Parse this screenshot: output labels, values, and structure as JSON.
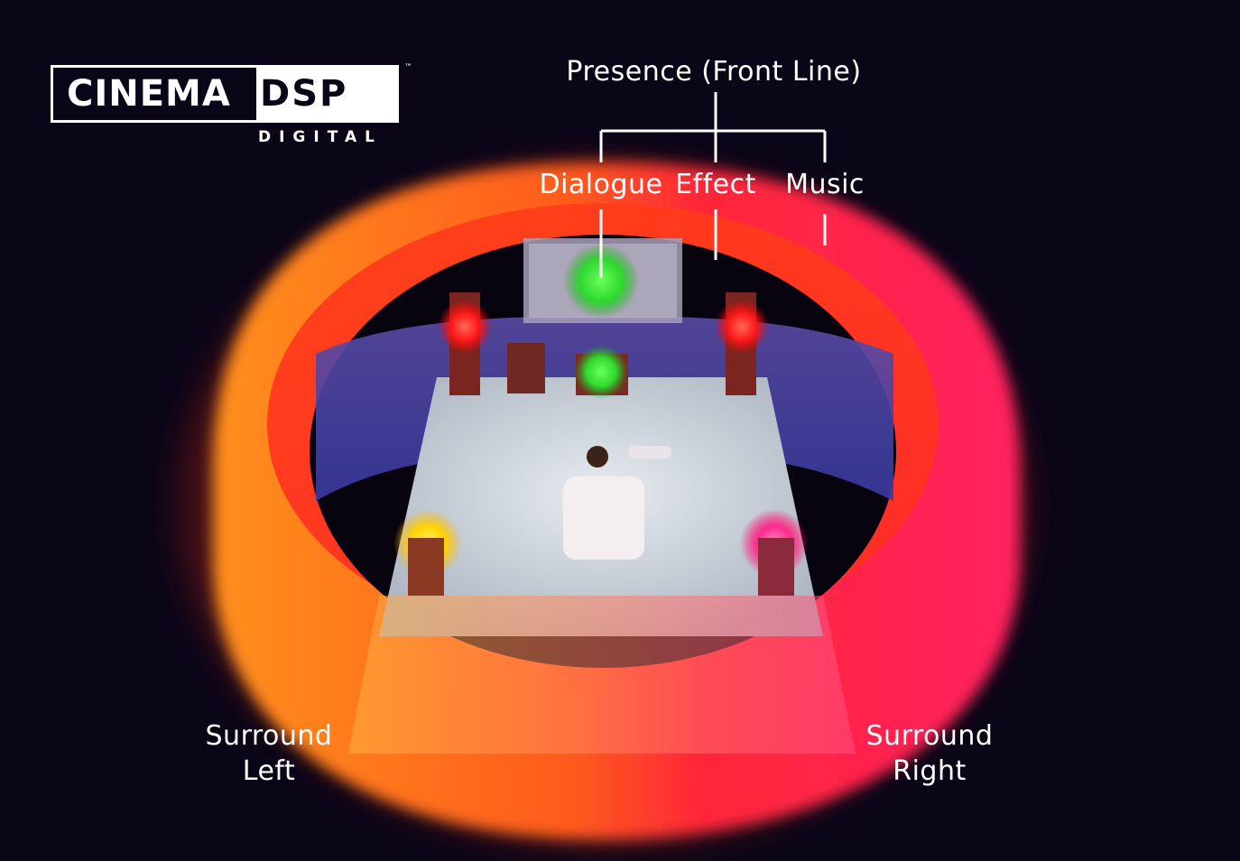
{
  "logo": {
    "word1": "CINEMA",
    "word2": "DSP",
    "sub": "DIGITAL",
    "trademark": "™"
  },
  "labels": {
    "presence": "Presence (Front Line)",
    "dialogue": "Dialogue",
    "effect": "Effect",
    "music": "Music",
    "surround_left": [
      "Surround",
      "Left"
    ],
    "surround_right": [
      "Surround",
      "Right"
    ]
  },
  "colors": {
    "background": "#0b0518",
    "ring_orange": "#ff8a1a",
    "ring_red": "#ff2a3a",
    "ring_pink": "#ff2a6e",
    "front_wall": "#4a3f9e",
    "floor": "#c9d0d8",
    "dialogue_glow": "#33dd33",
    "front_speaker_glow": "#ff2020",
    "surround_left_glow": "#ffd400",
    "surround_right_glow": "#ff2a8a",
    "lines": "#ffffff"
  }
}
